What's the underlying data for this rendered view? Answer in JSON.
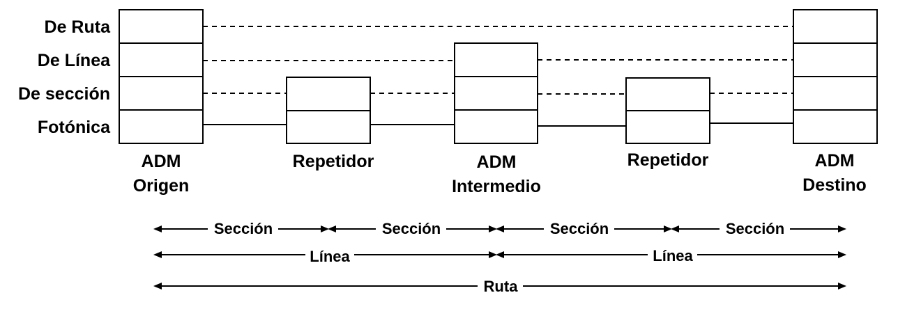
{
  "layers": [
    "De Ruta",
    "De Línea",
    "De sección",
    "Fotónica"
  ],
  "nodes": [
    {
      "id": "adm-origen",
      "label_line1": "ADM",
      "label_line2": "Origen",
      "layers": 4
    },
    {
      "id": "repetidor-1",
      "label_line1": "Repetidor",
      "label_line2": "",
      "layers": 2
    },
    {
      "id": "adm-intermedio",
      "label_line1": "ADM",
      "label_line2": "Intermedio",
      "layers": 3
    },
    {
      "id": "repetidor-2",
      "label_line1": "Repetidor",
      "label_line2": "",
      "layers": 2
    },
    {
      "id": "adm-destino",
      "label_line1": "ADM",
      "label_line2": "Destino",
      "layers": 4
    }
  ],
  "links": [
    {
      "layer": "De Ruta",
      "from": "adm-origen",
      "to": "adm-destino",
      "style": "dashed"
    },
    {
      "layer": "De Línea",
      "from": "adm-origen",
      "to": "adm-intermedio",
      "style": "dashed"
    },
    {
      "layer": "De Línea",
      "from": "adm-intermedio",
      "to": "adm-destino",
      "style": "dashed"
    },
    {
      "layer": "De sección",
      "from": "adm-origen",
      "to": "repetidor-1",
      "style": "dashed"
    },
    {
      "layer": "De sección",
      "from": "repetidor-1",
      "to": "adm-intermedio",
      "style": "dashed"
    },
    {
      "layer": "De sección",
      "from": "adm-intermedio",
      "to": "repetidor-2",
      "style": "dashed"
    },
    {
      "layer": "De sección",
      "from": "repetidor-2",
      "to": "adm-destino",
      "style": "dashed"
    },
    {
      "layer": "Fotónica",
      "from": "adm-origen",
      "to": "repetidor-1",
      "style": "solid"
    },
    {
      "layer": "Fotónica",
      "from": "repetidor-1",
      "to": "adm-intermedio",
      "style": "solid"
    },
    {
      "layer": "Fotónica",
      "from": "adm-intermedio",
      "to": "repetidor-2",
      "style": "solid"
    },
    {
      "layer": "Fotónica",
      "from": "repetidor-2",
      "to": "adm-destino",
      "style": "solid"
    }
  ],
  "spans": [
    {
      "label": "Sección",
      "from": "adm-origen",
      "to": "repetidor-1"
    },
    {
      "label": "Sección",
      "from": "repetidor-1",
      "to": "adm-intermedio"
    },
    {
      "label": "Sección",
      "from": "adm-intermedio",
      "to": "repetidor-2"
    },
    {
      "label": "Sección",
      "from": "repetidor-2",
      "to": "adm-destino"
    },
    {
      "label": "Línea",
      "from": "adm-origen",
      "to": "adm-intermedio"
    },
    {
      "label": "Línea",
      "from": "adm-intermedio",
      "to": "adm-destino"
    },
    {
      "label": "Ruta",
      "from": "adm-origen",
      "to": "adm-destino"
    }
  ]
}
